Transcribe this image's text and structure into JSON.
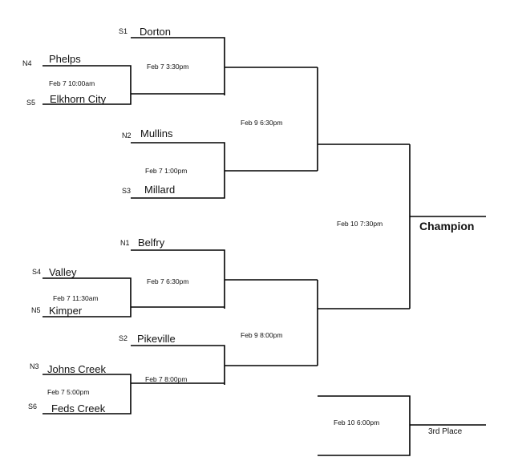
{
  "bracket": {
    "first_round": [
      {
        "top": {
          "seed": "N4",
          "team": "Phelps"
        },
        "bottom": {
          "seed": "S5",
          "team": "Elkhorn City"
        },
        "time": "Feb 7 10:00am"
      },
      {
        "top": {
          "seed": "S4",
          "team": "Valley"
        },
        "bottom": {
          "seed": "N5",
          "team": "Kimper"
        },
        "time": "Feb 7 11:30am"
      },
      {
        "top": {
          "seed": "N3",
          "team": "Johns Creek"
        },
        "bottom": {
          "seed": "S6",
          "team": "Feds Creek"
        },
        "time": "Feb 7 5:00pm"
      }
    ],
    "quarterfinals": [
      {
        "seed": "S1",
        "team": "Dorton",
        "time": "Feb 7 3:30pm"
      },
      {
        "top": {
          "seed": "N2",
          "team": "Mullins"
        },
        "bottom": {
          "seed": "S3",
          "team": "Millard"
        },
        "time": "Feb 7 1:00pm"
      },
      {
        "seed": "N1",
        "team": "Belfry",
        "time": "Feb 7 6:30pm"
      },
      {
        "seed": "S2",
        "team": "Pikeville",
        "time": "Feb 7 8:00pm"
      }
    ],
    "semifinals": [
      {
        "time": "Feb 9 6:30pm"
      },
      {
        "time": "Feb 9 8:00pm"
      }
    ],
    "final": {
      "time": "Feb 10 7:30pm",
      "label": "Champion"
    },
    "third_place": {
      "time": "Feb 10 6:00pm",
      "label": "3rd Place"
    }
  }
}
